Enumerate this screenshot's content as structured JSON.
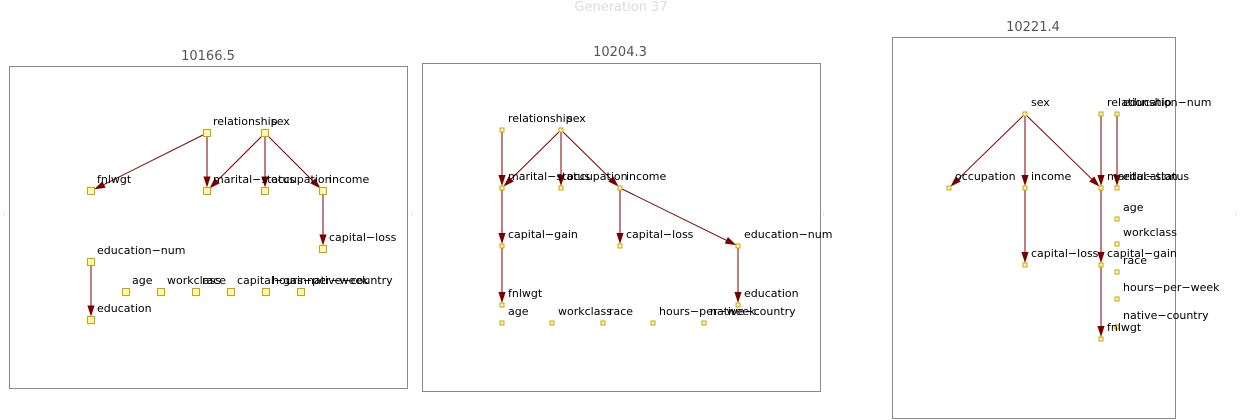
{
  "title": "Generation 37",
  "style": {
    "edge_color": "#7a0000",
    "node_fill": "#fff5b8",
    "node_stroke": "#c8a800"
  },
  "graphs": [
    {
      "score": "10166.5",
      "nodes": [
        {
          "id": "relationship",
          "label": "relationship"
        },
        {
          "id": "sex",
          "label": "sex"
        },
        {
          "id": "fnlwgt",
          "label": "fnlwgt"
        },
        {
          "id": "marital-status",
          "label": "marital−status"
        },
        {
          "id": "occupation",
          "label": "occupation"
        },
        {
          "id": "income",
          "label": "income"
        },
        {
          "id": "capital-loss",
          "label": "capital−loss"
        },
        {
          "id": "education-num",
          "label": "education−num"
        },
        {
          "id": "age",
          "label": "age"
        },
        {
          "id": "workclass",
          "label": "workclass"
        },
        {
          "id": "race",
          "label": "race"
        },
        {
          "id": "capital-gain",
          "label": "capital−gain"
        },
        {
          "id": "hours-per-week",
          "label": "hours−per−week"
        },
        {
          "id": "native-country",
          "label": "native−country"
        },
        {
          "id": "education",
          "label": "education"
        }
      ],
      "edges": [
        [
          "relationship",
          "fnlwgt"
        ],
        [
          "relationship",
          "marital-status"
        ],
        [
          "sex",
          "marital-status"
        ],
        [
          "sex",
          "occupation"
        ],
        [
          "sex",
          "income"
        ],
        [
          "income",
          "capital-loss"
        ],
        [
          "education-num",
          "education"
        ]
      ]
    },
    {
      "score": "10204.3",
      "nodes": [
        {
          "id": "relationship",
          "label": "relationship"
        },
        {
          "id": "sex",
          "label": "sex"
        },
        {
          "id": "marital-status",
          "label": "marital−status"
        },
        {
          "id": "occupation",
          "label": "occupation"
        },
        {
          "id": "income",
          "label": "income"
        },
        {
          "id": "capital-gain",
          "label": "capital−gain"
        },
        {
          "id": "capital-loss",
          "label": "capital−loss"
        },
        {
          "id": "education-num",
          "label": "education−num"
        },
        {
          "id": "fnlwgt",
          "label": "fnlwgt"
        },
        {
          "id": "education",
          "label": "education"
        },
        {
          "id": "age",
          "label": "age"
        },
        {
          "id": "workclass",
          "label": "workclass"
        },
        {
          "id": "race",
          "label": "race"
        },
        {
          "id": "hours-per-week",
          "label": "hours−per−week"
        },
        {
          "id": "native-country",
          "label": "native−country"
        }
      ],
      "edges": [
        [
          "relationship",
          "marital-status"
        ],
        [
          "sex",
          "marital-status"
        ],
        [
          "sex",
          "occupation"
        ],
        [
          "sex",
          "income"
        ],
        [
          "marital-status",
          "capital-gain"
        ],
        [
          "capital-gain",
          "fnlwgt"
        ],
        [
          "income",
          "capital-loss"
        ],
        [
          "income",
          "education-num"
        ],
        [
          "education-num",
          "education"
        ]
      ]
    },
    {
      "score": "10221.4",
      "nodes": [
        {
          "id": "sex",
          "label": "sex"
        },
        {
          "id": "relationship",
          "label": "relationship"
        },
        {
          "id": "education-num",
          "label": "education−num"
        },
        {
          "id": "occupation",
          "label": "occupation"
        },
        {
          "id": "income",
          "label": "income"
        },
        {
          "id": "marital-status",
          "label": "marital−status"
        },
        {
          "id": "education",
          "label": "education"
        },
        {
          "id": "age",
          "label": "age"
        },
        {
          "id": "workclass",
          "label": "workclass"
        },
        {
          "id": "capital-loss",
          "label": "capital−loss"
        },
        {
          "id": "capital-gain",
          "label": "capital−gain"
        },
        {
          "id": "race",
          "label": "race"
        },
        {
          "id": "hours-per-week",
          "label": "hours−per−week"
        },
        {
          "id": "native-country",
          "label": "native−country"
        },
        {
          "id": "fnlwgt",
          "label": "fnlwgt"
        }
      ],
      "edges": [
        [
          "sex",
          "occupation"
        ],
        [
          "sex",
          "income"
        ],
        [
          "sex",
          "marital-status"
        ],
        [
          "relationship",
          "marital-status"
        ],
        [
          "education-num",
          "education"
        ],
        [
          "income",
          "capital-loss"
        ],
        [
          "marital-status",
          "capital-gain"
        ],
        [
          "capital-gain",
          "fnlwgt"
        ]
      ]
    }
  ]
}
